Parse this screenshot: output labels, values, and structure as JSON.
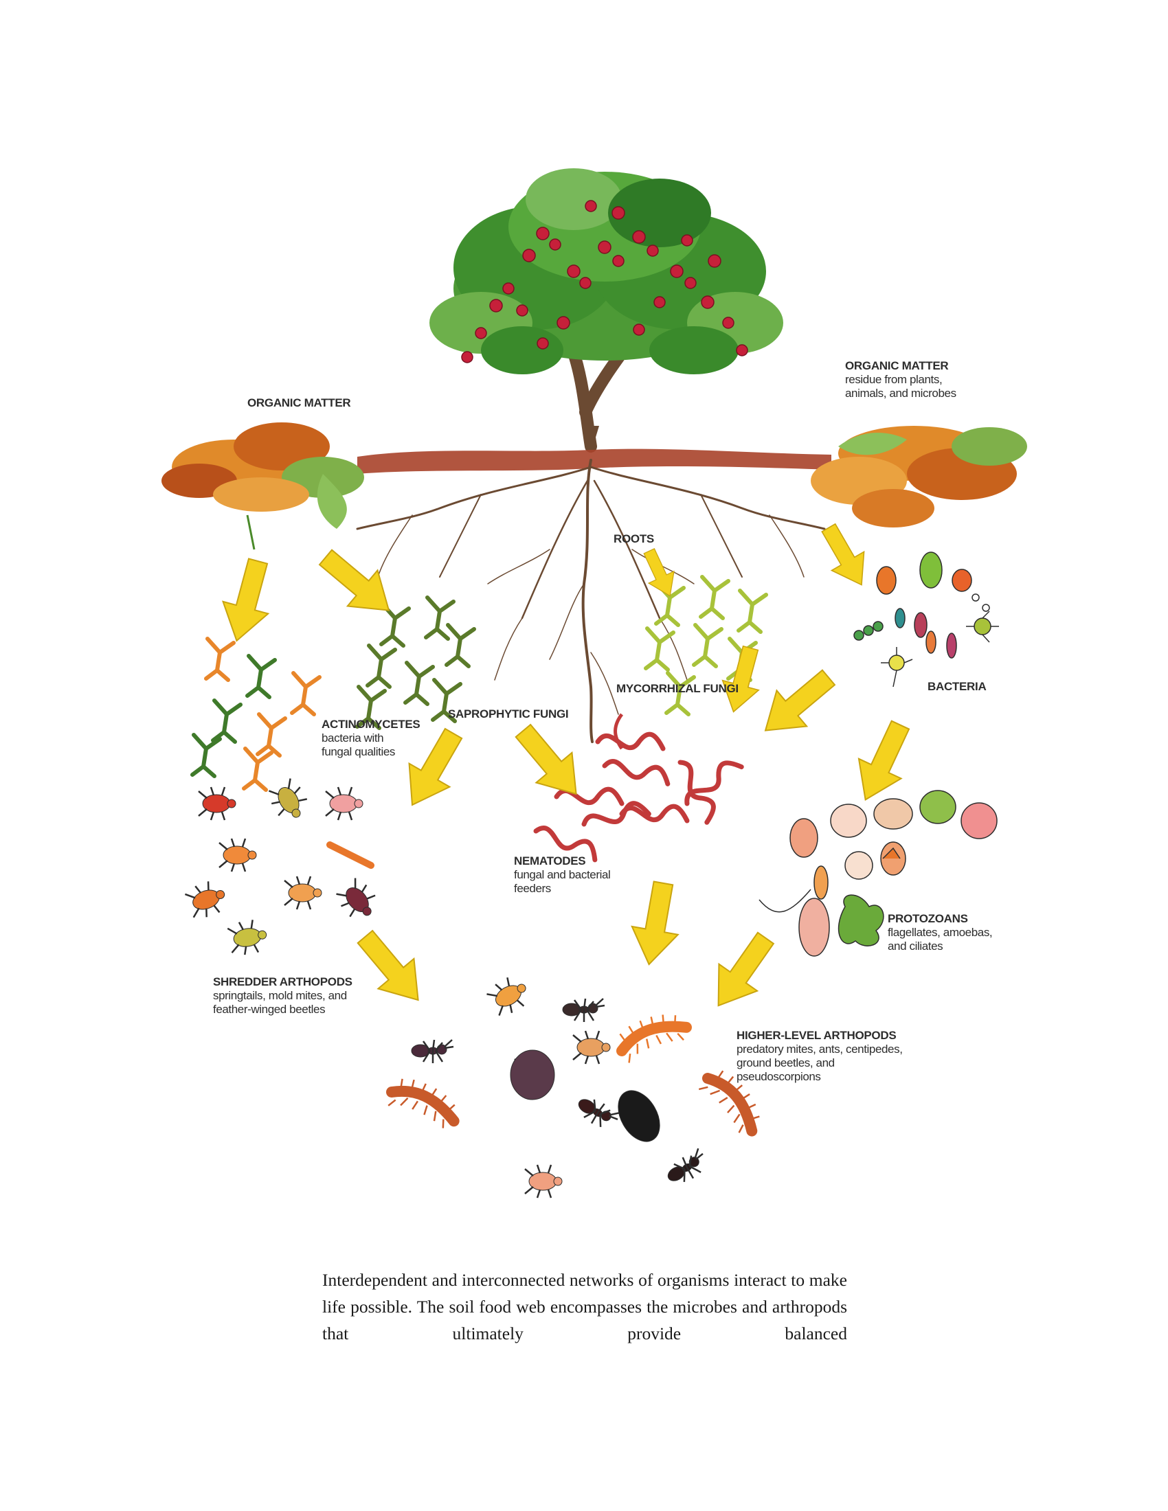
{
  "colors": {
    "arrow": "#f4d21e",
    "arrow_edge": "#c9a40f",
    "leaf_green": "#3f8f2e",
    "berry": "#c6203a",
    "root": "#6b4a32",
    "soil": "#a8432a",
    "leaf_litter": "#e08a2a"
  },
  "labels": {
    "organic_matter_left": {
      "title": "ORGANIC MATTER"
    },
    "organic_matter_right": {
      "title": "ORGANIC MATTER",
      "sub": "residue from plants, animals, and microbes"
    },
    "roots": {
      "title": "ROOTS"
    },
    "actinomycetes": {
      "title": "ACTINOMYCETES",
      "sub": "bacteria with fungal qualities"
    },
    "saprophytic_fungi": {
      "title": "SAPROPHYTIC FUNGI"
    },
    "mycorrhizal_fungi": {
      "title": "MYCORRHIZAL FUNGI"
    },
    "bacteria": {
      "title": "BACTERIA"
    },
    "nematodes": {
      "title": "NEMATODES",
      "sub": "fungal and bacterial feeders"
    },
    "protozoans": {
      "title": "PROTOZOANS",
      "sub": "flagellates, amoebas, and ciliates"
    },
    "shredder_arthropods": {
      "title": "SHREDDER ARTHOPODS",
      "sub": "springtails, mold mites, and feather-winged beetles"
    },
    "higher_level_arthropods": {
      "title": "HIGHER-LEVEL ARTHOPODS",
      "sub": "predatory mites, ants, centipedes, ground beetles, and pseudoscorpions"
    }
  },
  "caption": "Interdependent and interconnected networks of organisms interact to make life possible. The soil food web encompasses the microbes and arthropods that ultimately provide balanced"
}
